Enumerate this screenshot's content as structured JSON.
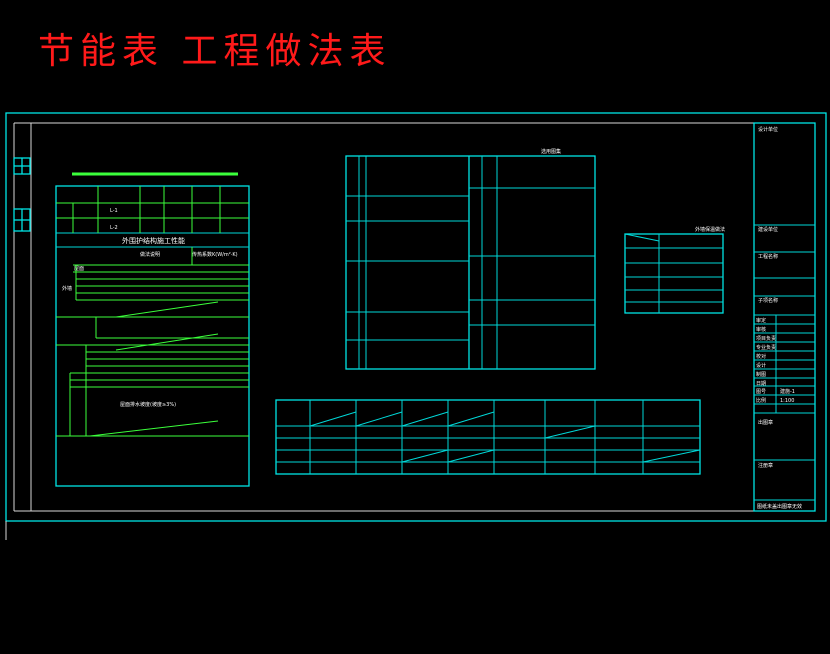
{
  "title": "节能表 工程做法表",
  "tables": {
    "left_header_a": "L-1",
    "left_header_b": "L-2",
    "left_subtitle": "外围护结构施工性能",
    "left_col_label": "做法说明",
    "left_col_label_right": "传热系数K(W/m²·K)",
    "left_row_label": "外墙",
    "left_row_label2": "屋面",
    "left_note": "屋面排水坡度(坡度≥3%)",
    "center_title": "选用图集",
    "right_small_title": "外墙保温做法"
  },
  "title_block": {
    "r1": "设计单位",
    "r2": "建设单位",
    "r3": "工程名称",
    "r4": "子项名称",
    "rows": [
      "审定",
      "审核",
      "项目负责",
      "专业负责",
      "校对",
      "设计",
      "制图",
      "日期"
    ],
    "sheet_label": "图号",
    "sheet_value": "建施-1",
    "scale_label": "比例",
    "scale_value": "1:100",
    "bottom1": "出图章",
    "bottom2": "注册章",
    "footer": "图纸未盖出图章无效"
  }
}
